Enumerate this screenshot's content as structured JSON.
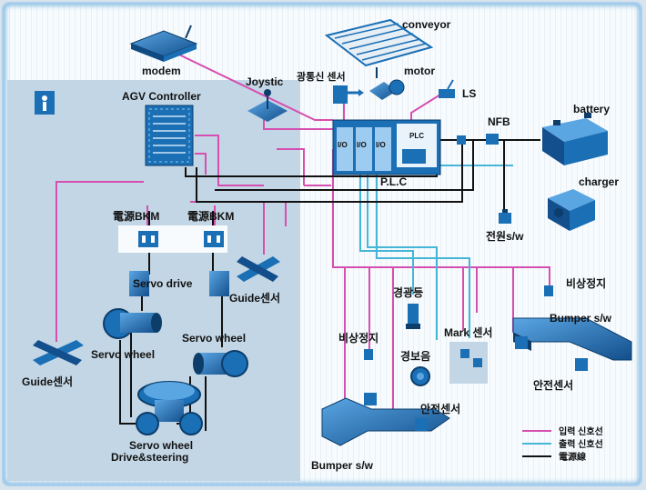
{
  "labels": {
    "modem": "modem",
    "conveyor": "conveyor",
    "optical_sensor": "광통신 센서",
    "motor": "motor",
    "ls": "LS",
    "joystic": "Joystic",
    "agv_controller": "AGV Controller",
    "battery": "battery",
    "nfb": "NFB",
    "charger": "charger",
    "plc": "P.L.C",
    "power_switch": "전원s/w",
    "bkm_left": "電源BKM",
    "bkm_right": "電源BKM",
    "servo_drive": "Servo drive",
    "guide_sensor_right": "Guide센서",
    "servo_wheel_left": "Servo wheel",
    "servo_wheel_right": "Servo wheel",
    "guide_sensor_left": "Guide센서",
    "servo_wheel_drive_1": "Servo wheel",
    "servo_wheel_drive_2": "Drive&steering",
    "warning_light": "경광등",
    "emergency_stop_left": "비상정지",
    "emergency_stop_right": "비상정지",
    "mark_sensor": "Mark 센서",
    "alarm": "경보음",
    "bumper_right": "Bumper s/w",
    "safety_sensor_right": "안전센서",
    "safety_sensor_bottom": "안전센서",
    "bumper_bottom": "Bumper s/w",
    "plc_modules": [
      "I/O",
      "I/O",
      "I/O",
      "PLC"
    ]
  },
  "legend": [
    {
      "label": "입력 신호선",
      "color": "#d64fb0"
    },
    {
      "label": "출력 신호선",
      "color": "#45b6d6"
    },
    {
      "label": "電源線",
      "color": "#111111"
    }
  ],
  "colors": {
    "input_line": "#d64fb0",
    "output_line": "#45b6d6",
    "power_line": "#111111",
    "device_blue": "#1a6fb5",
    "panel_bg": "#c3d6e5"
  }
}
